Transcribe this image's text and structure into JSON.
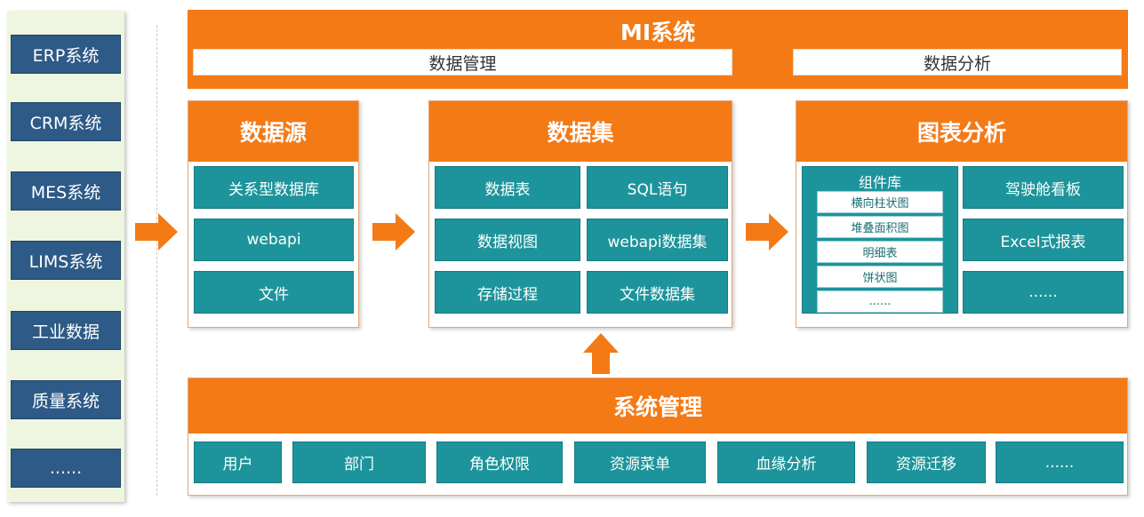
{
  "left_systems": [
    "ERP系统",
    "CRM系统",
    "MES系统",
    "LIMS系统",
    "工业数据",
    "质量系统",
    "......"
  ],
  "mi": {
    "title": "MI系统",
    "bars": [
      "数据管理",
      "数据分析"
    ]
  },
  "datasource": {
    "title": "数据源",
    "items": [
      "关系型数据库",
      "webapi",
      "文件"
    ]
  },
  "dataset": {
    "title": "数据集",
    "items": [
      "数据表",
      "SQL语句",
      "数据视图",
      "webapi数据集",
      "存储过程",
      "文件数据集"
    ]
  },
  "chart_analysis": {
    "title": "图表分析",
    "library": {
      "title": "组件库",
      "items": [
        "横向柱状图",
        "堆叠面积图",
        "明细表",
        "饼状图",
        "......"
      ]
    },
    "items": [
      "驾驶舱看板",
      "Excel式报表",
      "......"
    ]
  },
  "system_management": {
    "title": "系统管理",
    "items": [
      "用户",
      "部门",
      "角色权限",
      "资源菜单",
      "血缘分析",
      "资源迁移",
      "......"
    ]
  },
  "colors": {
    "orange": "#f47a16",
    "teal": "#1d949b",
    "navy": "#2d5a86",
    "left_bg": "#eef6df"
  }
}
